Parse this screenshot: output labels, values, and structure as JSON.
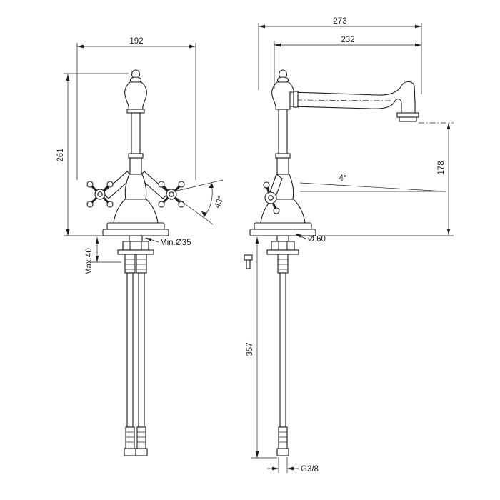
{
  "drawing": {
    "front": {
      "width": "192",
      "height": "261",
      "max_mount": "Max.40",
      "min_hole": "Min.Ø35",
      "handle_angle": "43°"
    },
    "side": {
      "overall": "273",
      "reach": "232",
      "spout_height": "178",
      "spout_angle": "4°",
      "base_dia": "Ø 60",
      "supply_length": "357",
      "thread": "G3/8"
    },
    "colors": {
      "line": "#1c1c1c",
      "background": "#ffffff"
    }
  }
}
